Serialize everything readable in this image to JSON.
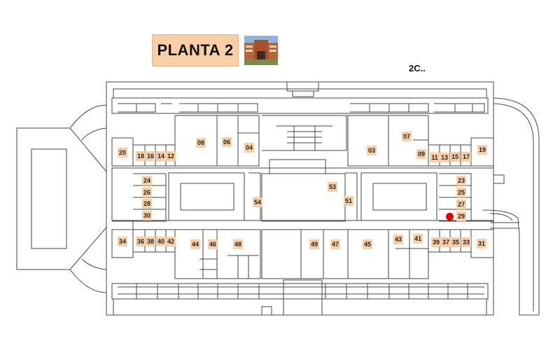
{
  "header": {
    "title": "PLANTA 2",
    "corner_label": "2C.."
  },
  "photo": {
    "icon": "building-photo"
  },
  "colors": {
    "room_label_bg": "#f8cfa7",
    "marker": "#e00000",
    "lines": "#444444"
  },
  "rooms": [
    {
      "id": "08",
      "label": "08"
    },
    {
      "id": "06",
      "label": "06"
    },
    {
      "id": "04",
      "label": "04"
    },
    {
      "id": "03",
      "label": "03"
    },
    {
      "id": "07",
      "label": "07"
    },
    {
      "id": "09",
      "label": "09"
    },
    {
      "id": "20",
      "label": "20"
    },
    {
      "id": "18",
      "label": "18"
    },
    {
      "id": "16",
      "label": "16"
    },
    {
      "id": "14",
      "label": "14"
    },
    {
      "id": "12",
      "label": "12"
    },
    {
      "id": "11",
      "label": "11"
    },
    {
      "id": "13",
      "label": "13"
    },
    {
      "id": "15",
      "label": "15"
    },
    {
      "id": "17",
      "label": "17"
    },
    {
      "id": "19",
      "label": "19"
    },
    {
      "id": "24",
      "label": "24"
    },
    {
      "id": "26",
      "label": "26"
    },
    {
      "id": "28",
      "label": "28"
    },
    {
      "id": "30",
      "label": "30"
    },
    {
      "id": "23",
      "label": "23"
    },
    {
      "id": "25",
      "label": "25"
    },
    {
      "id": "27",
      "label": "27"
    },
    {
      "id": "29",
      "label": "29"
    },
    {
      "id": "53",
      "label": "53"
    },
    {
      "id": "54",
      "label": "54"
    },
    {
      "id": "51",
      "label": "51"
    },
    {
      "id": "34",
      "label": "34"
    },
    {
      "id": "36",
      "label": "36"
    },
    {
      "id": "38",
      "label": "38"
    },
    {
      "id": "40",
      "label": "40"
    },
    {
      "id": "42",
      "label": "42"
    },
    {
      "id": "44",
      "label": "44"
    },
    {
      "id": "46",
      "label": "46"
    },
    {
      "id": "48",
      "label": "48"
    },
    {
      "id": "49",
      "label": "49"
    },
    {
      "id": "47",
      "label": "47"
    },
    {
      "id": "45",
      "label": "45"
    },
    {
      "id": "43",
      "label": "43"
    },
    {
      "id": "41",
      "label": "41"
    },
    {
      "id": "39",
      "label": "39"
    },
    {
      "id": "37",
      "label": "37"
    },
    {
      "id": "35",
      "label": "35"
    },
    {
      "id": "33",
      "label": "33"
    },
    {
      "id": "31",
      "label": "31"
    }
  ],
  "marker": {
    "room": "29"
  }
}
